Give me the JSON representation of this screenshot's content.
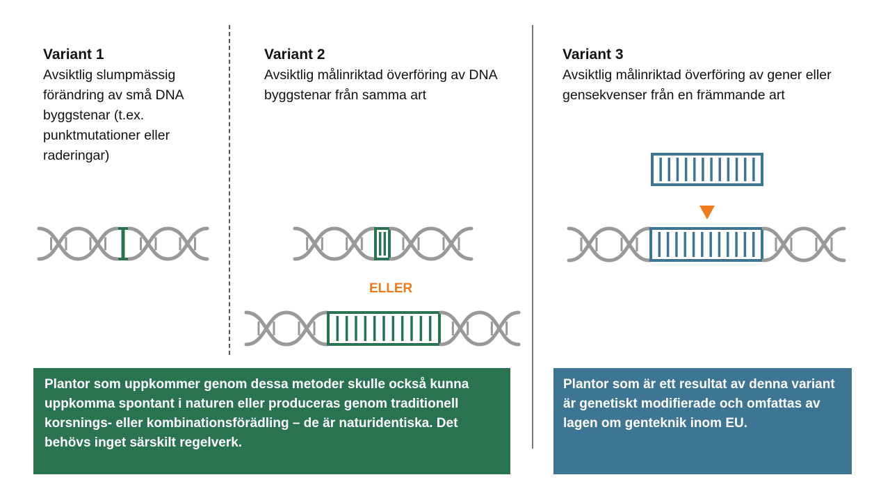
{
  "variant1": {
    "title": "Variant 1",
    "description": "Avsiktlig slumpmässig förändring av små DNA byggstenar (t.ex. punktmutationer eller raderingar)"
  },
  "variant2": {
    "title": "Variant 2",
    "description": "Avsiktlig målinriktad överföring av DNA byggstenar från samma art",
    "or_label": "ELLER"
  },
  "variant3": {
    "title": "Variant 3",
    "description": "Avsiktlig målinriktad överföring av gener eller gensekvenser från en främmande art"
  },
  "boxes": {
    "left": "Plantor som uppkommer genom dessa metoder skulle också kunna uppkomma spontant i naturen eller produceras genom traditionell korsnings- eller kombinationsförädling – de är naturidentiska. Det behövs inget särskilt regelverk.",
    "right": "Plantor som är ett resultat av denna variant är genetiskt modifierade och omfattas av lagen om genteknik inom EU."
  },
  "colors": {
    "dna_gray": "#999999",
    "green": "#2a7350",
    "green_box": "#2a7350",
    "blue": "#3d7593",
    "blue_box": "#3d7593",
    "orange": "#ee7a1c"
  }
}
